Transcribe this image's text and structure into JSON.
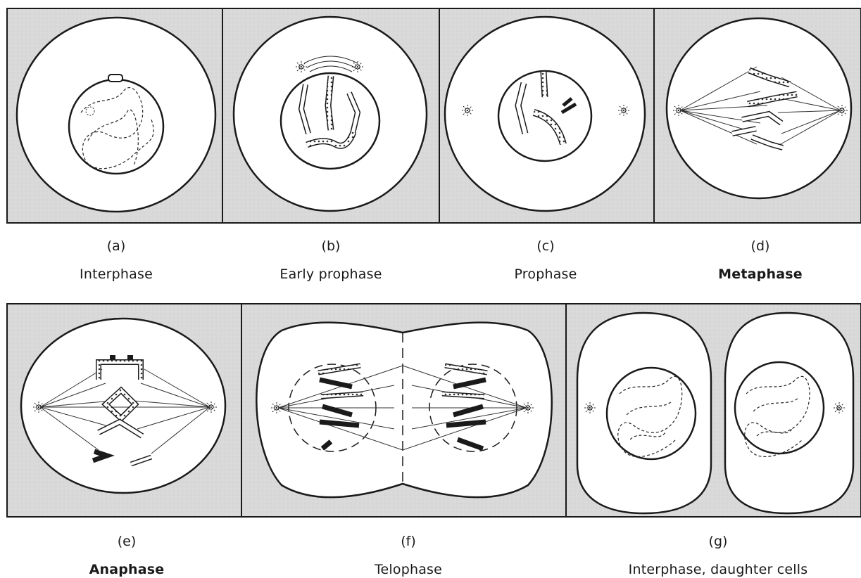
{
  "panels": [
    {
      "letter": "(a)",
      "name": "Interphase"
    },
    {
      "letter": "(b)",
      "name": "Early prophase"
    },
    {
      "letter": "(c)",
      "name": "Prophase"
    },
    {
      "letter": "(d)",
      "name": "Metaphase"
    },
    {
      "letter": "(e)",
      "name": "Anaphase"
    },
    {
      "letter": "(f)",
      "name": "Telophase"
    },
    {
      "letter": "(g)",
      "name": "Interphase, daughter cells"
    }
  ],
  "colors": {
    "background": "#d9d9d9",
    "cell": "#ffffff",
    "ink": "#1a1a1a"
  }
}
